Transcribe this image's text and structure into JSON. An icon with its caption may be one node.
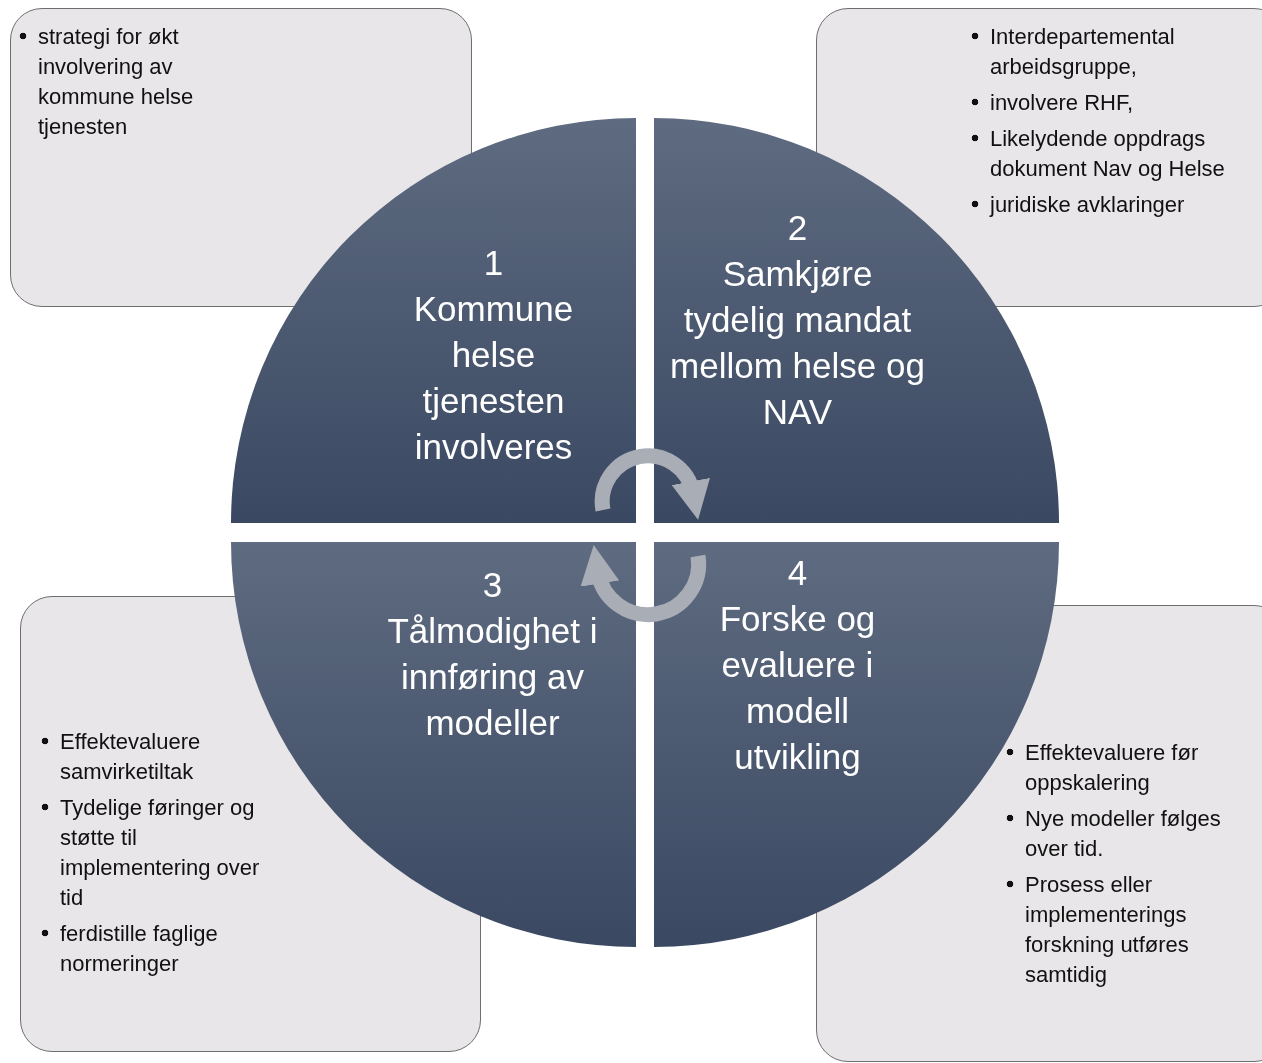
{
  "diagram": {
    "nodes": [
      {
        "text": [
          "strategi for økt involvering av kommune helse tjenesten"
        ]
      },
      {
        "text": [
          "Interdepartemental arbeidsgruppe,",
          "involvere RHF,",
          "Likelydende oppdrags dokument Nav og Helse",
          "juridiske avklaringer"
        ]
      },
      {
        "text": [
          "1",
          "Kommune helse tjenesten involveres"
        ]
      },
      {
        "text": [
          "2",
          "Samkjøre tydelig mandat mellom helse og NAV"
        ]
      },
      {
        "text": [
          "3",
          "Tålmodighet i innføring av modeller"
        ]
      },
      {
        "text": [
          "4",
          "Forske og evaluere i modell utvikling"
        ]
      },
      {
        "text": [
          "Effektevaluere samvirketiltak",
          "Tydelige føringer og støtte til implementering over tid",
          "ferdistille faglige normeringer"
        ]
      },
      {
        "text": [
          "Effektevaluere før oppskalering",
          "Nye modeller følges over tid.",
          "Prosess eller implementerings forskning utføres samtidig"
        ]
      }
    ],
    "edges": [
      {
        "from": 2,
        "to": 3,
        "arrow": "to"
      },
      {
        "from": 5,
        "to": 4,
        "arrow": "to"
      }
    ]
  }
}
